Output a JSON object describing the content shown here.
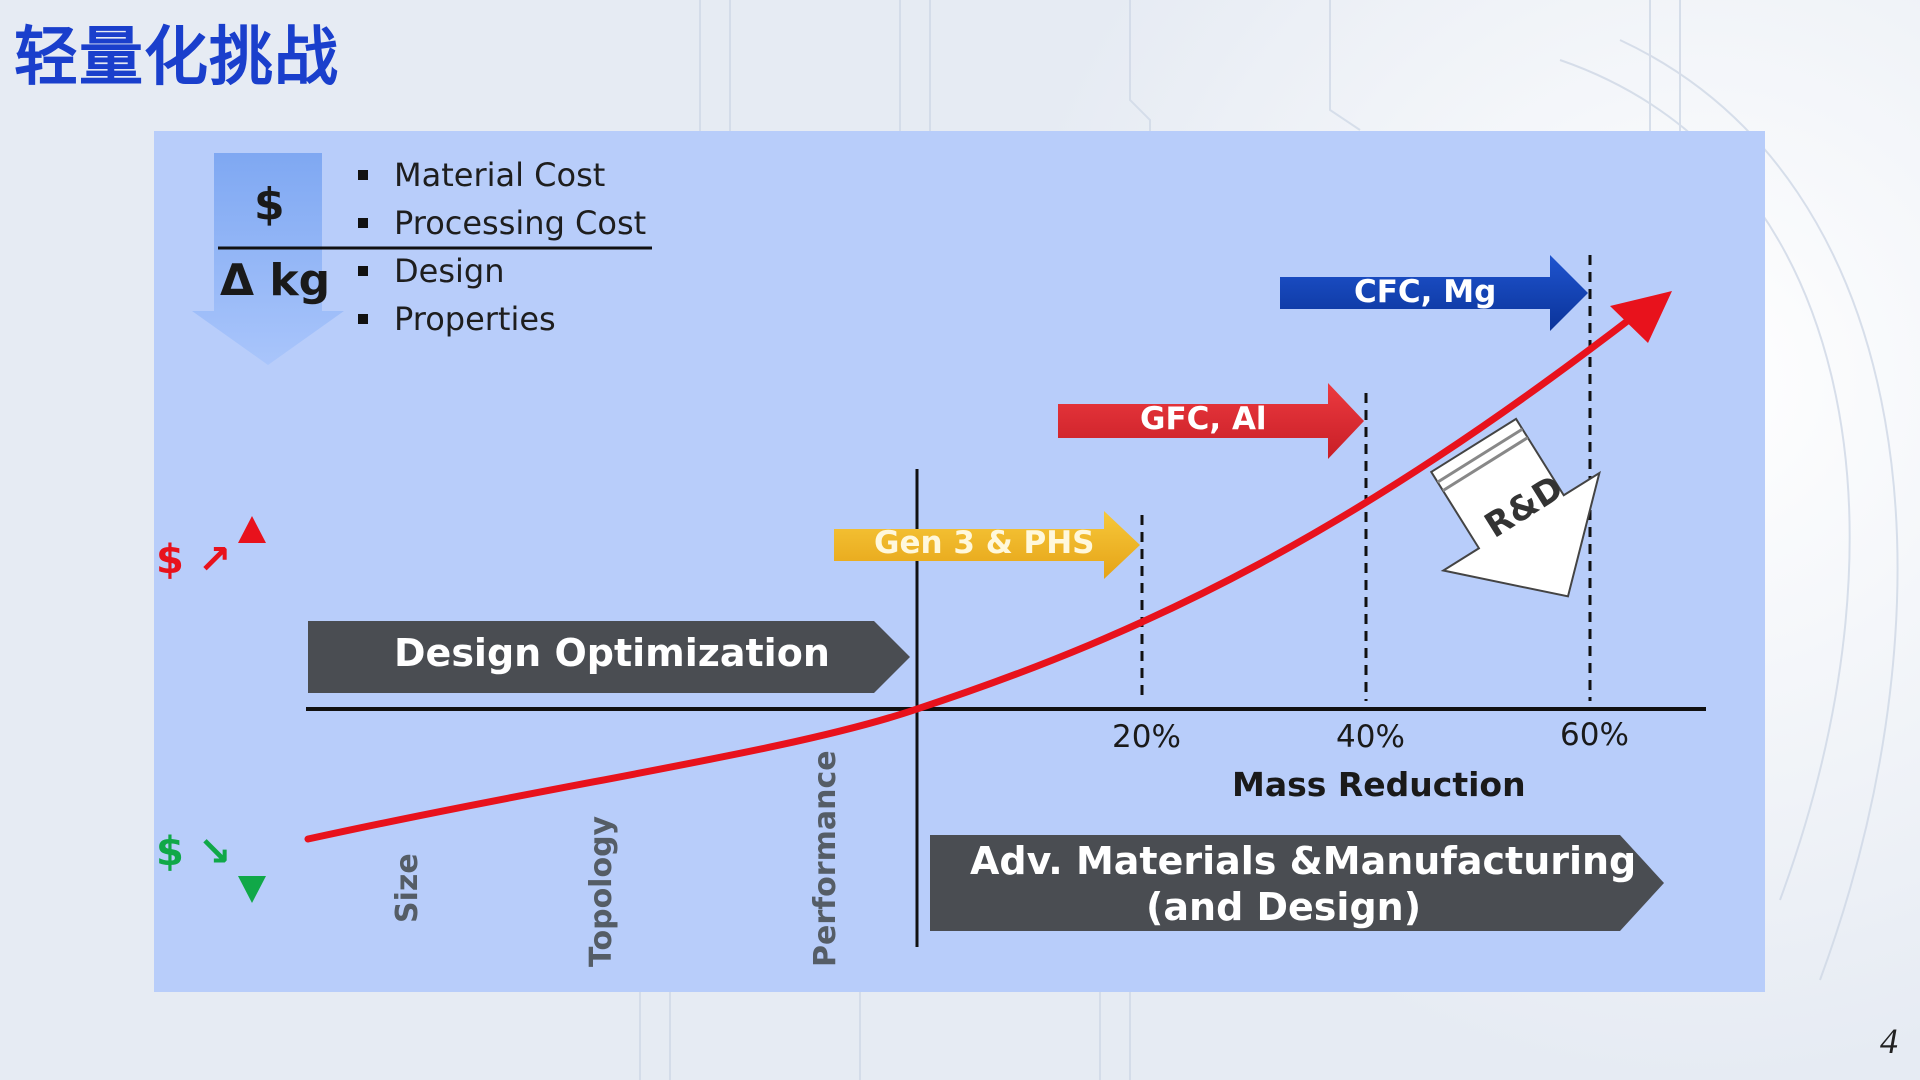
{
  "title": "轻量化挑战",
  "page_number": "4",
  "ratio": {
    "numerator": "$",
    "denominator": "Δ kg"
  },
  "cost_factors": [
    "Material Cost",
    "Processing Cost",
    "Design",
    "Properties"
  ],
  "cost_scale": {
    "high": "$ ↗",
    "low": "$ ↘"
  },
  "stages": {
    "design_optimization": "Design Optimization",
    "adv_materials_line1": "Adv. Materials &Manufacturing",
    "adv_materials_line2": "(and Design)"
  },
  "design_steps": [
    "Size",
    "Topology",
    "Performance"
  ],
  "material_arrows": {
    "gen3": "Gen 3 & PHS",
    "gfc": "GFC, Al",
    "cfc": "CFC, Mg",
    "rnd": "R&D"
  },
  "x_axis": {
    "label": "Mass Reduction",
    "ticks": [
      "20%",
      "40%",
      "60%"
    ]
  },
  "colors": {
    "title": "#1a3fcc",
    "panel": "#b8cdfa",
    "curve": "#e8121c",
    "gen3": "#f0b21e",
    "gfc": "#d8262e",
    "cfc": "#0d3fb5",
    "stage_box": "#4a4d52",
    "cost_high": "#e8121c",
    "cost_low": "#10a848"
  }
}
